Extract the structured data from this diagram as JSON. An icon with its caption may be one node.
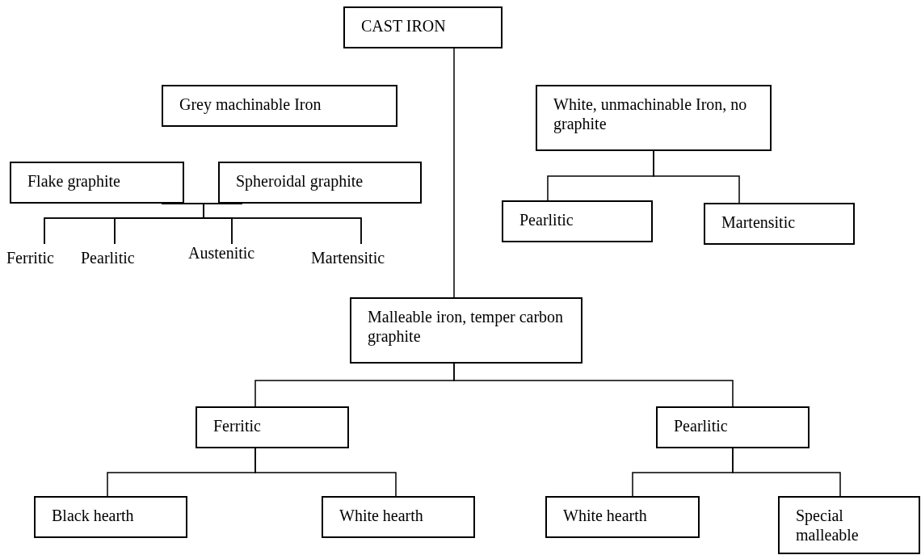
{
  "diagram": {
    "nodes": [
      {
        "text": [
          "CAST IRON"
        ]
      },
      {
        "text": [
          "Grey machinable Iron"
        ]
      },
      {
        "text": [
          "White, unmachinable Iron, no graphite"
        ]
      },
      {
        "text": [
          "Flake graphite"
        ]
      },
      {
        "text": [
          "Spheroidal graphite"
        ]
      },
      {
        "text": [
          "Pearlitic"
        ]
      },
      {
        "text": [
          "Martensitic"
        ]
      },
      {
        "text": [
          "Ferritic"
        ]
      },
      {
        "text": [
          "Pearlitic"
        ]
      },
      {
        "text": [
          "Austenitic"
        ]
      },
      {
        "text": [
          "Martensitic"
        ]
      },
      {
        "text": [
          "Malleable iron, temper carbon graphite"
        ]
      },
      {
        "text": [
          "Ferritic"
        ]
      },
      {
        "text": [
          "Pearlitic"
        ]
      },
      {
        "text": [
          "Black hearth"
        ]
      },
      {
        "text": [
          "White hearth"
        ]
      },
      {
        "text": [
          "White hearth"
        ]
      },
      {
        "text": [
          "Special malleable"
        ]
      }
    ],
    "edges": [
      {
        "from": 0,
        "to": 11,
        "arrow": "none"
      },
      {
        "from": 2,
        "to": 5,
        "arrow": "none"
      },
      {
        "from": 2,
        "to": 6,
        "arrow": "none"
      },
      {
        "from": 3,
        "to": 7,
        "arrow": "none"
      },
      {
        "from": 3,
        "to": 8,
        "arrow": "none"
      },
      {
        "from": 3,
        "to": 9,
        "arrow": "none"
      },
      {
        "from": 3,
        "to": 10,
        "arrow": "none"
      },
      {
        "from": 4,
        "to": 7,
        "arrow": "none"
      },
      {
        "from": 4,
        "to": 8,
        "arrow": "none"
      },
      {
        "from": 4,
        "to": 9,
        "arrow": "none"
      },
      {
        "from": 4,
        "to": 10,
        "arrow": "none"
      },
      {
        "from": 11,
        "to": 12,
        "arrow": "none"
      },
      {
        "from": 11,
        "to": 13,
        "arrow": "none"
      },
      {
        "from": 12,
        "to": 14,
        "arrow": "none"
      },
      {
        "from": 12,
        "to": 15,
        "arrow": "none"
      },
      {
        "from": 13,
        "to": 16,
        "arrow": "none"
      },
      {
        "from": 13,
        "to": 17,
        "arrow": "none"
      }
    ]
  }
}
